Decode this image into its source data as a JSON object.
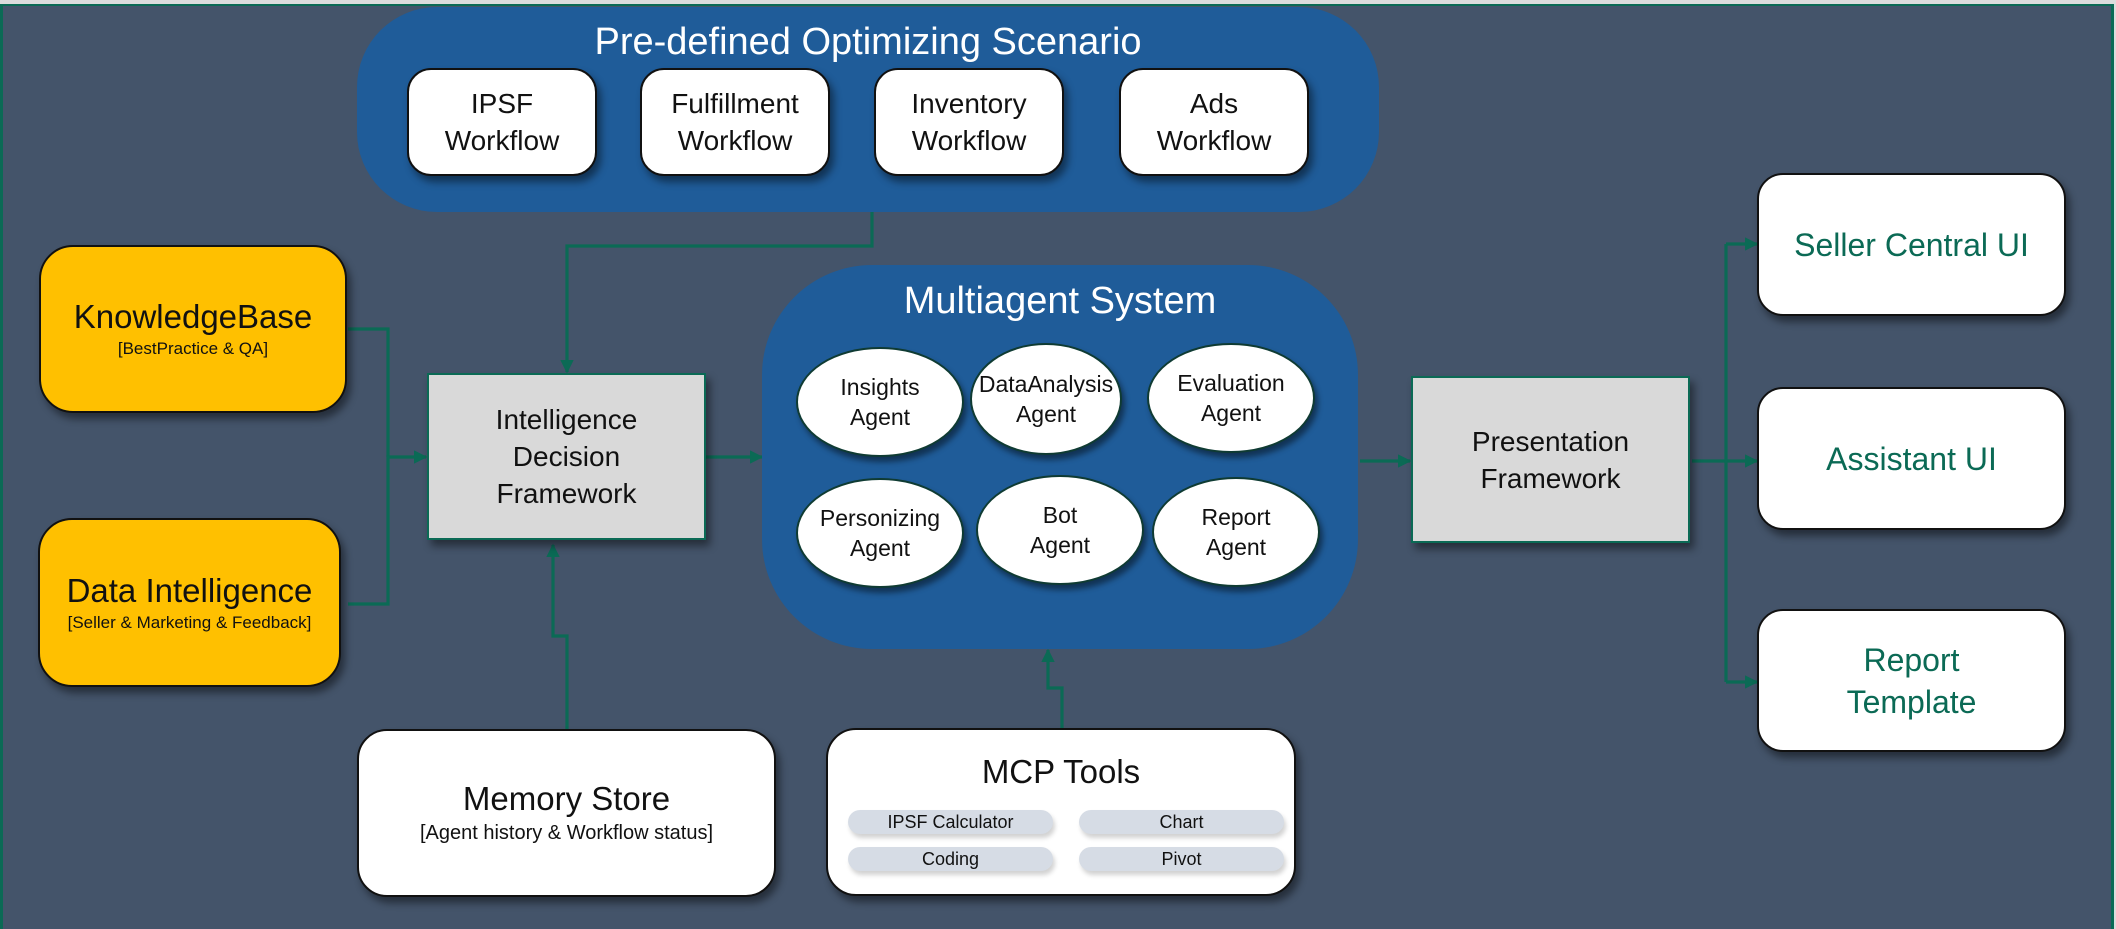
{
  "colors": {
    "background": "#44546a",
    "group_panel": "#1f5c99",
    "connector": "#0b6a55",
    "source_card": "#ffc000",
    "framework_box": "#d9d9d9",
    "output_text": "#0b6a55",
    "tool_pill": "#d6dce5"
  },
  "scenario_group": {
    "title": "Pre-defined Optimizing Scenario",
    "workflows": [
      {
        "line1": "IPSF",
        "line2": "Workflow"
      },
      {
        "line1": "Fulfillment",
        "line2": "Workflow"
      },
      {
        "line1": "Inventory",
        "line2": "Workflow"
      },
      {
        "line1": "Ads",
        "line2": "Workflow"
      }
    ]
  },
  "sources": {
    "knowledge_base": {
      "title": "KnowledgeBase",
      "subtitle": "[BestPractice & QA]"
    },
    "data_intelligence": {
      "title": "Data Intelligence",
      "subtitle": "[Seller & Marketing & Feedback]"
    }
  },
  "intelligence_framework": {
    "line1": "Intelligence",
    "line2": "Decision",
    "line3": "Framework"
  },
  "multiagent_group": {
    "title": "Multiagent System",
    "agents": [
      {
        "line1": "Insights",
        "line2": "Agent"
      },
      {
        "line1": "DataAnalysis",
        "line2": "Agent"
      },
      {
        "line1": "Evaluation",
        "line2": "Agent"
      },
      {
        "line1": "Personizing",
        "line2": "Agent"
      },
      {
        "line1": "Bot",
        "line2": "Agent"
      },
      {
        "line1": "Report",
        "line2": "Agent"
      }
    ]
  },
  "presentation_framework": {
    "line1": "Presentation",
    "line2": "Framework"
  },
  "outputs": [
    {
      "line1": "Seller Central UI",
      "line2": ""
    },
    {
      "line1": "Assistant UI",
      "line2": ""
    },
    {
      "line1": "Report",
      "line2": "Template"
    }
  ],
  "memory_store": {
    "title": "Memory Store",
    "subtitle": "[Agent history & Workflow status]"
  },
  "mcp_tools": {
    "title": "MCP Tools",
    "tools": [
      "IPSF Calculator",
      "Chart",
      "Coding",
      "Pivot"
    ]
  }
}
